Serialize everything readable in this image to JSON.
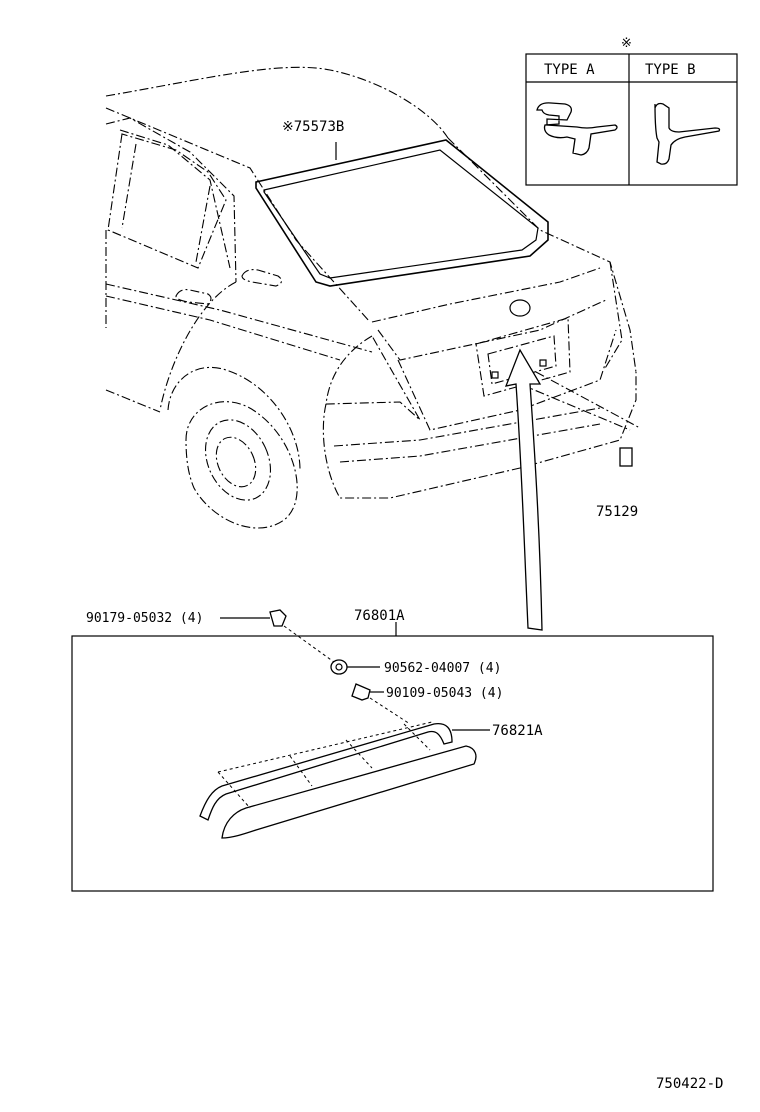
{
  "labels": {
    "trim_strip": "※75573B",
    "plug": "75129",
    "garnish_assy": "76801A",
    "garnish": "76821A",
    "clip": "90179-05032 (4)",
    "nut": "90562-04007 (4)",
    "screw": "90109-05043 (4)",
    "page_code": "750422-D"
  },
  "legend": {
    "mark": "※",
    "type_a": "TYPE  A",
    "type_b": "TYPE  B"
  }
}
